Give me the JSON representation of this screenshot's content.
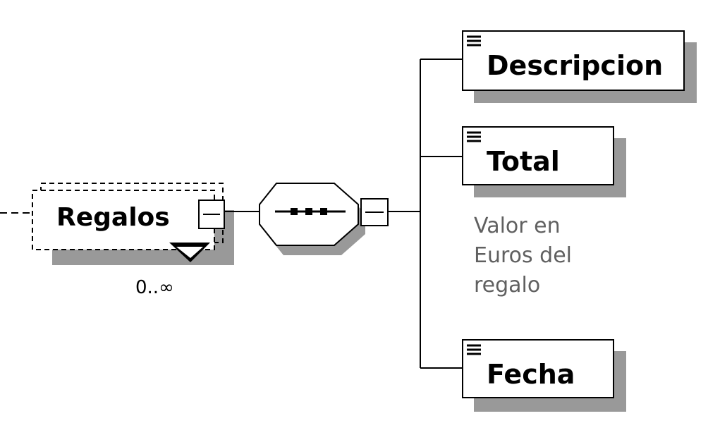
{
  "root_element": {
    "name": "Regalos",
    "occurrence": "0..∞"
  },
  "compositor": {
    "kind": "sequence"
  },
  "children": [
    {
      "name": "Descripcion",
      "annotation": ""
    },
    {
      "name": "Total",
      "annotation_lines": [
        "Valor en",
        "Euros del",
        "regalo"
      ]
    },
    {
      "name": "Fecha",
      "annotation": ""
    }
  ],
  "colors": {
    "shadow": "#999999",
    "line": "#000000",
    "annotation_text": "#606060"
  }
}
